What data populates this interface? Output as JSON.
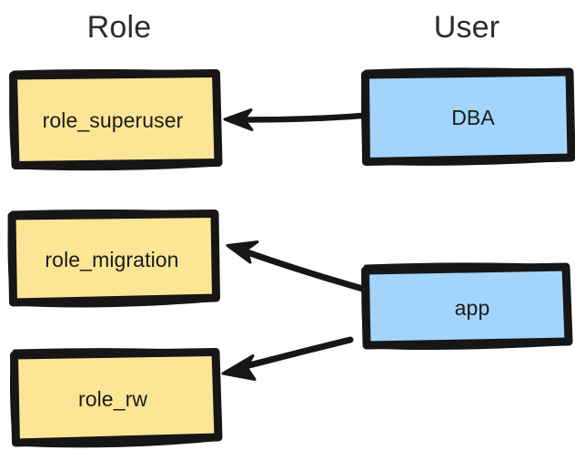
{
  "diagram": {
    "title": "Role to User assignment diagram",
    "style": "hand-drawn",
    "background_color": "#ffffff",
    "headers": [
      {
        "id": "role",
        "label": "Role"
      },
      {
        "id": "user",
        "label": "User"
      }
    ],
    "colors": {
      "role_fill": "#FCE595",
      "user_fill": "#A3D4FB",
      "stroke": "#161616",
      "text": "#1b1b1b",
      "header_text": "#2b2b2b"
    },
    "nodes": [
      {
        "id": "role_superuser",
        "label": "role_superuser",
        "column": "Role",
        "fill": "#FCE595"
      },
      {
        "id": "role_migration",
        "label": "role_migration",
        "column": "Role",
        "fill": "#FCE595"
      },
      {
        "id": "role_rw",
        "label": "role_rw",
        "column": "Role",
        "fill": "#FCE595"
      },
      {
        "id": "dba",
        "label": "DBA",
        "column": "User",
        "fill": "#A3D4FB"
      },
      {
        "id": "app",
        "label": "app",
        "column": "User",
        "fill": "#A3D4FB"
      }
    ],
    "edges": [
      {
        "id": "dba-to-role-superuser",
        "from": "dba",
        "to": "role_superuser",
        "label": "",
        "arrow": "to"
      },
      {
        "id": "app-to-role-migration",
        "from": "app",
        "to": "role_migration",
        "label": "",
        "arrow": "to"
      },
      {
        "id": "app-to-role-rw",
        "from": "app",
        "to": "role_rw",
        "label": "",
        "arrow": "to"
      }
    ]
  }
}
